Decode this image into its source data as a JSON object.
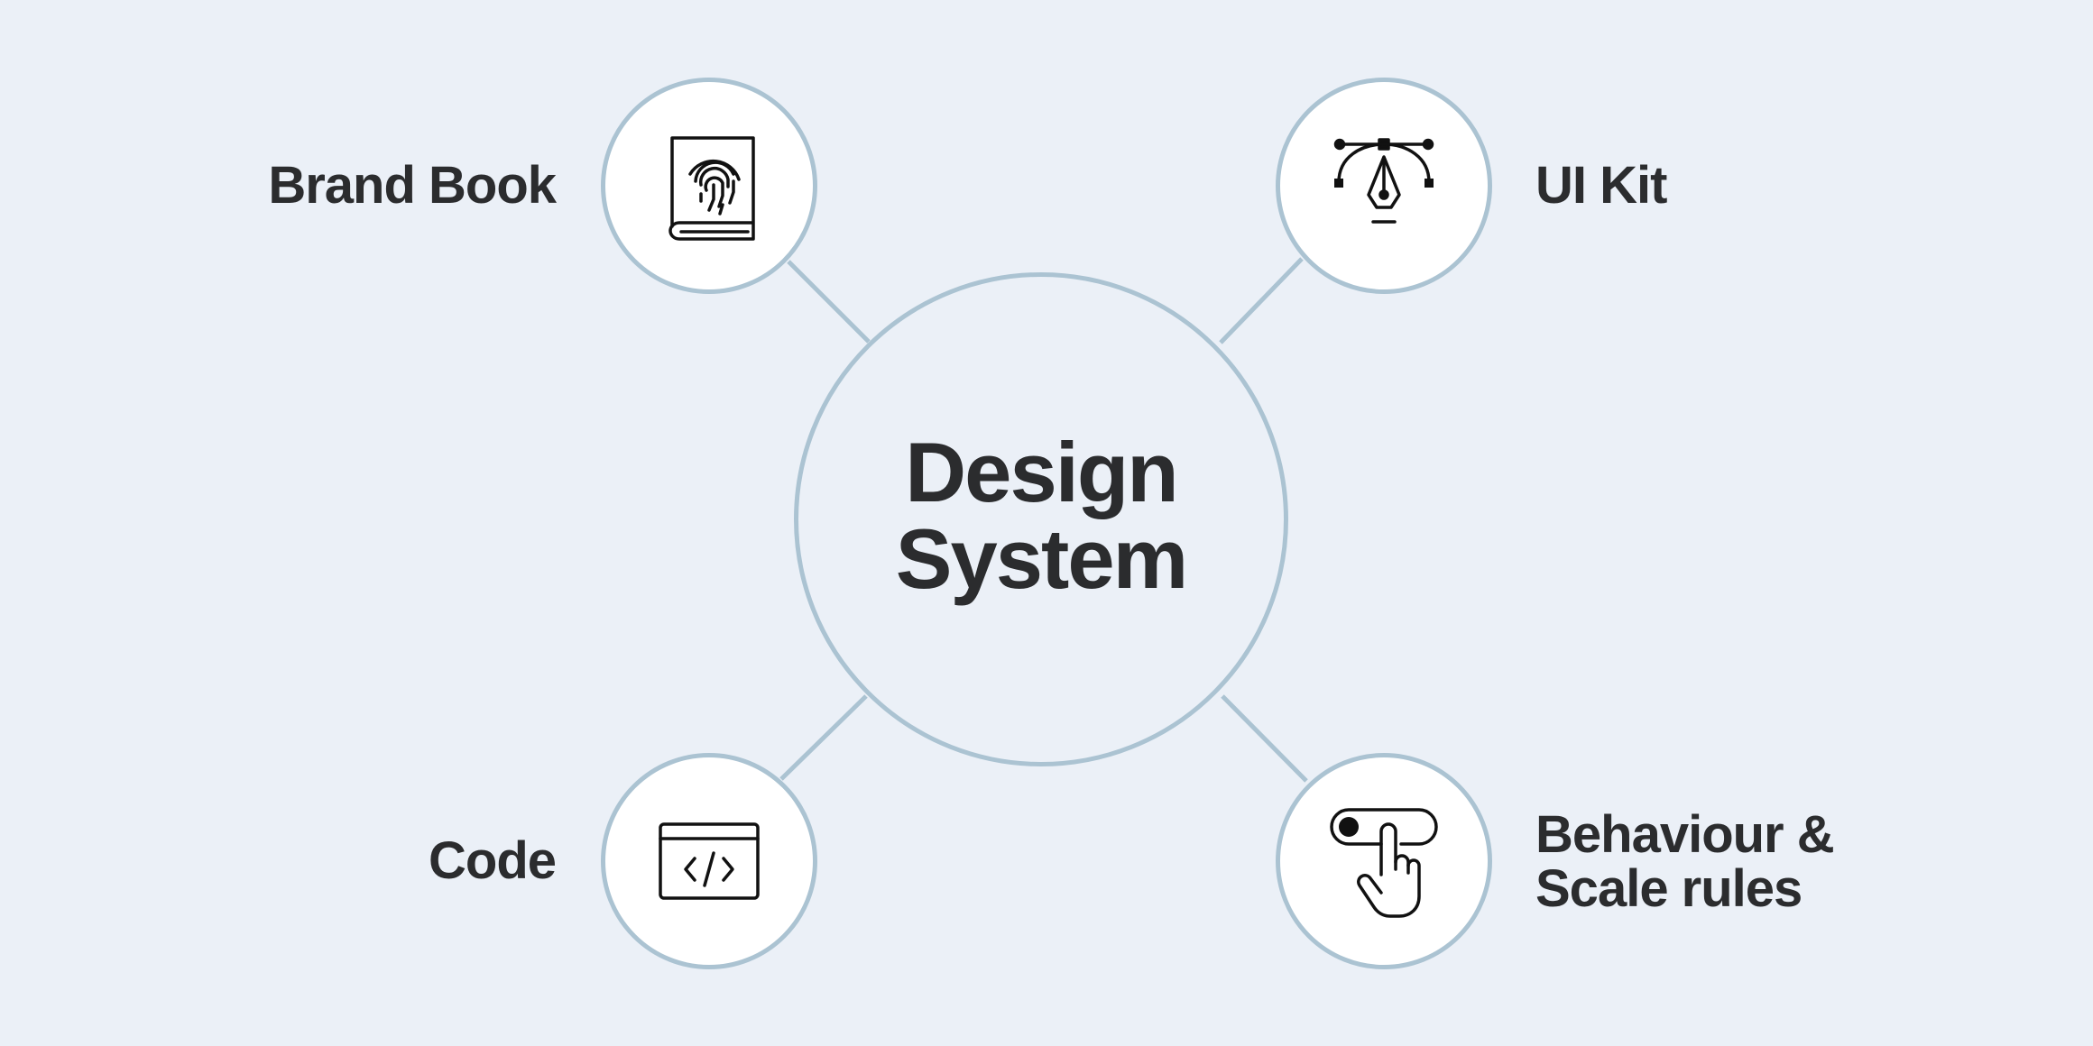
{
  "hub": {
    "title": "Design\nSystem"
  },
  "nodes": [
    {
      "key": "brand",
      "label": "Brand Book",
      "icon": "fingerprint-book-icon"
    },
    {
      "key": "uikit",
      "label": "UI Kit",
      "icon": "pen-tool-bezier-icon"
    },
    {
      "key": "code",
      "label": "Code",
      "icon": "code-window-icon"
    },
    {
      "key": "behaviour",
      "label_lines": [
        "Behaviour &",
        "Scale rules"
      ],
      "icon": "toggle-hand-pointer-icon"
    }
  ],
  "colors": {
    "background": "#ebf0f7",
    "stroke": "#abc3d2",
    "text": "#2b2c2e",
    "node_fill": "#ffffff"
  }
}
